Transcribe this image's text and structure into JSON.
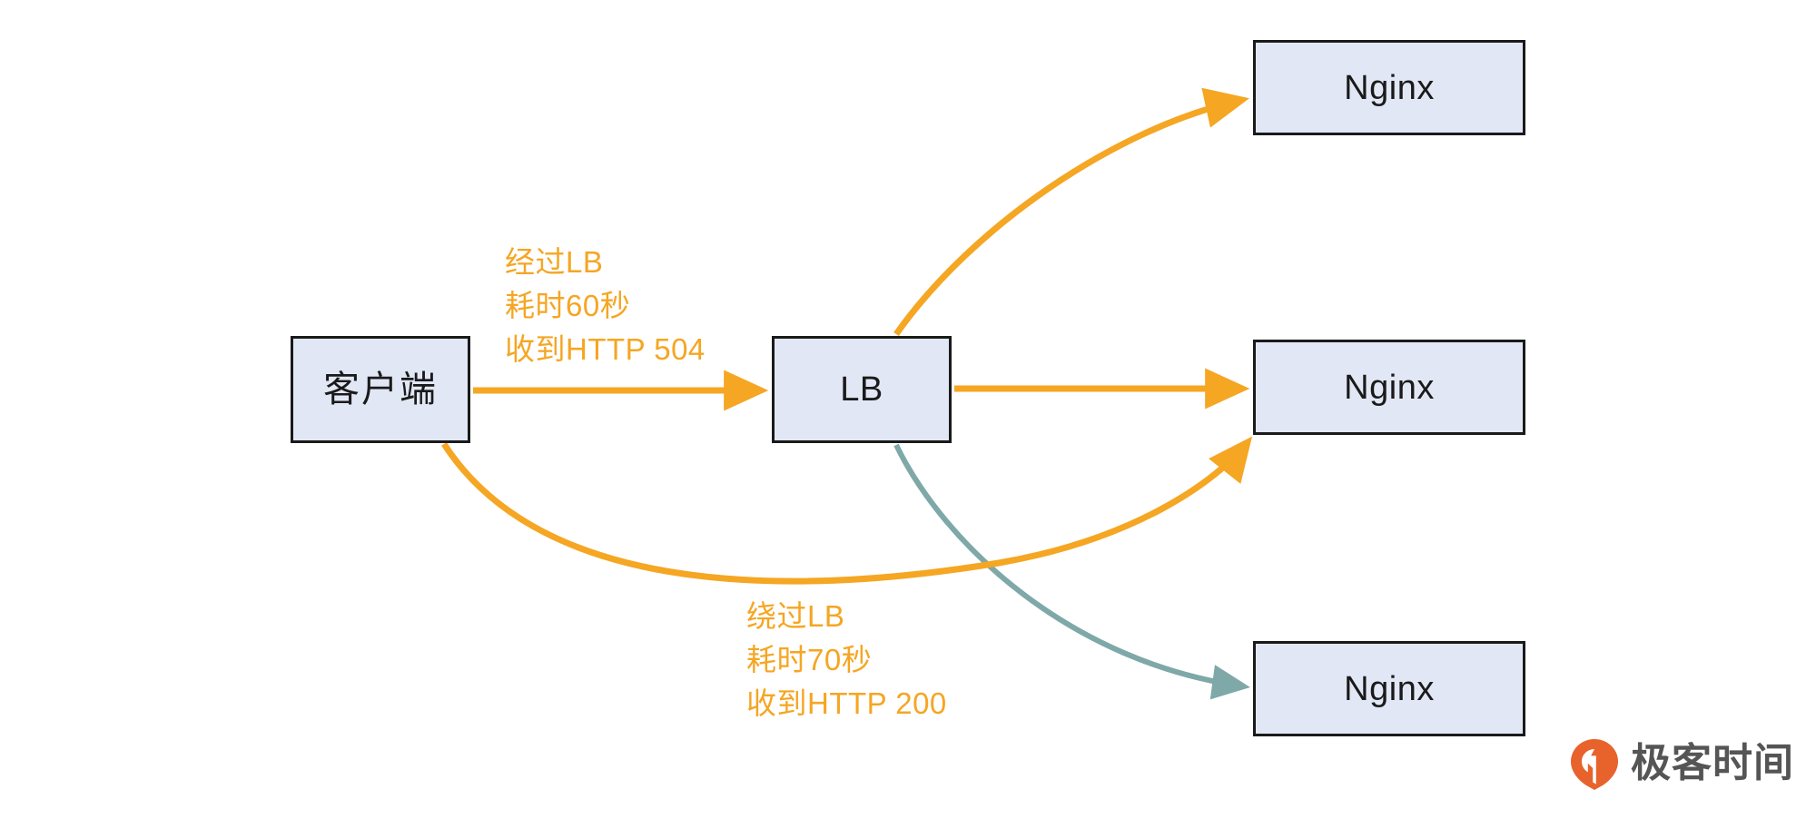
{
  "diagram": {
    "title": "LB vs direct Nginx request timing diagram",
    "background": "#ffffff",
    "node_fill": "#e2e7f5",
    "node_stroke": "#1a1a1a",
    "accent_orange": "#f5a623",
    "accent_teal": "#7fa8a8",
    "nodes": [
      {
        "id": "client",
        "label": "客户端"
      },
      {
        "id": "lb",
        "label": "LB"
      },
      {
        "id": "nginx-top",
        "label": "Nginx"
      },
      {
        "id": "nginx-middle",
        "label": "Nginx"
      },
      {
        "id": "nginx-bottom",
        "label": "Nginx"
      }
    ],
    "labels": {
      "through_lb": {
        "line1": "经过LB",
        "line2": "耗时60秒",
        "line3": "收到HTTP 504"
      },
      "bypass_lb": {
        "line1": "绕过LB",
        "line2": "耗时70秒",
        "line3": "收到HTTP 200"
      }
    },
    "edges": [
      {
        "id": "client-to-lb",
        "from": "client",
        "to": "lb",
        "style": "straight",
        "color": "#f5a623"
      },
      {
        "id": "lb-to-nginx-top",
        "from": "lb",
        "to": "nginx-top",
        "style": "curved",
        "color": "#f5a623"
      },
      {
        "id": "lb-to-nginx-middle",
        "from": "lb",
        "to": "nginx-middle",
        "style": "straight",
        "color": "#f5a623"
      },
      {
        "id": "lb-to-nginx-bottom",
        "from": "lb",
        "to": "nginx-bottom",
        "style": "curved",
        "color": "#7fa8a8"
      },
      {
        "id": "client-to-nginx-middle",
        "from": "client",
        "to": "nginx-middle",
        "style": "curved",
        "color": "#f5a623"
      }
    ]
  },
  "brand": {
    "name": "极客时间",
    "mark_color_outer": "#e8622c",
    "mark_color_inner": "#f08b3c",
    "text_color": "#555555"
  }
}
